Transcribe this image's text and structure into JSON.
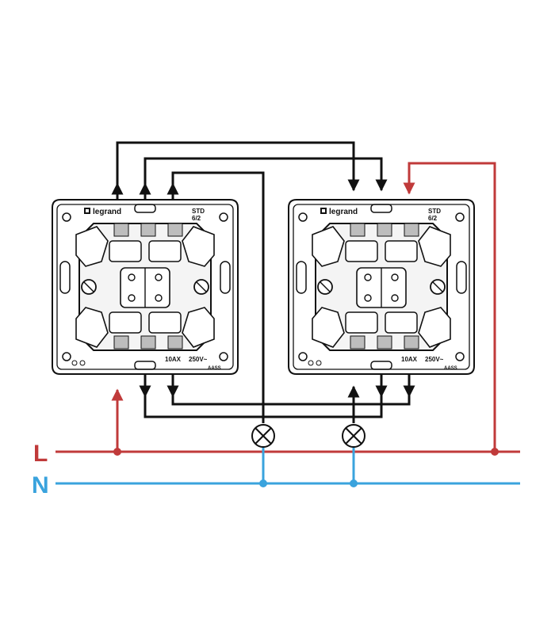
{
  "colors": {
    "live": "#c03a3a",
    "neutral": "#3aa3dd",
    "wire": "#111111",
    "terminal": "#bdbdbd",
    "background": "#ffffff"
  },
  "lines": {
    "live_label": "L",
    "neutral_label": "N"
  },
  "switches": [
    {
      "brand": "legrand",
      "model_top": "STD",
      "model_bottom": "6/2",
      "current": "10AX",
      "voltage": "250V~",
      "code": "AASS"
    },
    {
      "brand": "legrand",
      "model_top": "STD",
      "model_bottom": "6/2",
      "current": "10AX",
      "voltage": "250V~",
      "code": "AASS"
    }
  ],
  "icons": {
    "lamp": "lamp-symbol-icon",
    "logo": "legrand-logo-icon",
    "arrow": "arrow-icon"
  }
}
